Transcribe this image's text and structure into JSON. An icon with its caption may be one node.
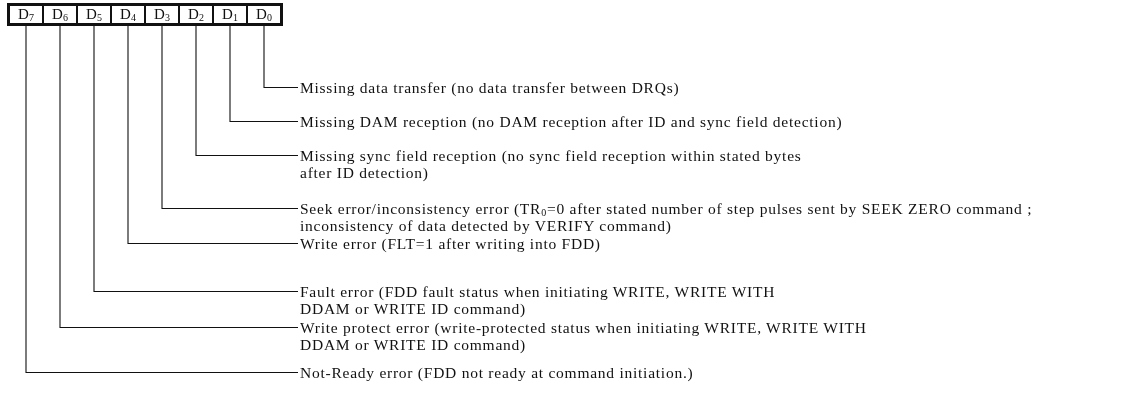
{
  "diagram": {
    "nodes": [
      {
        "text": [
          "D$_{7}$"
        ]
      },
      {
        "text": [
          "D$_{6}$"
        ]
      },
      {
        "text": [
          "D$_{5}$"
        ]
      },
      {
        "text": [
          "D$_{4}$"
        ]
      },
      {
        "text": [
          "D$_{3}$"
        ]
      },
      {
        "text": [
          "D$_{2}$"
        ]
      },
      {
        "text": [
          "D$_{1}$"
        ]
      },
      {
        "text": [
          "D$_{0}$"
        ]
      },
      {
        "text": [
          "Missing data transfer (no data transfer between DRQs)"
        ]
      },
      {
        "text": [
          "Missing DAM reception (no DAM reception after ID and sync field detection)"
        ]
      },
      {
        "text": [
          "Missing sync field reception (no sync field reception within stated bytes after ID detection)"
        ]
      },
      {
        "text": [
          "Seek error/inconsistency error (TR$_{0}$=0 after stated number of step pulses sent by SEEK ZERO command ; inconsistency of data detected by VERIFY command)"
        ]
      },
      {
        "text": [
          "Write error (FLT=1 after writing into FDD)"
        ]
      },
      {
        "text": [
          "Fault error (FDD fault status when initiating WRITE, WRITE WITH DDAM or WRITE ID command)"
        ]
      },
      {
        "text": [
          "Write protect error (write-protected status when initiating WRITE, WRITE WITH DDAM or WRITE ID command)"
        ]
      },
      {
        "text": [
          "Not-Ready error (FDD not ready at command initiation.)"
        ]
      }
    ],
    "edges": [
      {
        "from": 7,
        "to": 8,
        "arrow": "none"
      },
      {
        "from": 6,
        "to": 9,
        "arrow": "none"
      },
      {
        "from": 5,
        "to": 10,
        "arrow": "none"
      },
      {
        "from": 4,
        "to": 11,
        "arrow": "none"
      },
      {
        "from": 3,
        "to": 12,
        "arrow": "none"
      },
      {
        "from": 2,
        "to": 13,
        "arrow": "none"
      },
      {
        "from": 1,
        "to": 14,
        "arrow": "none"
      },
      {
        "from": 0,
        "to": 15,
        "arrow": "none"
      }
    ]
  }
}
